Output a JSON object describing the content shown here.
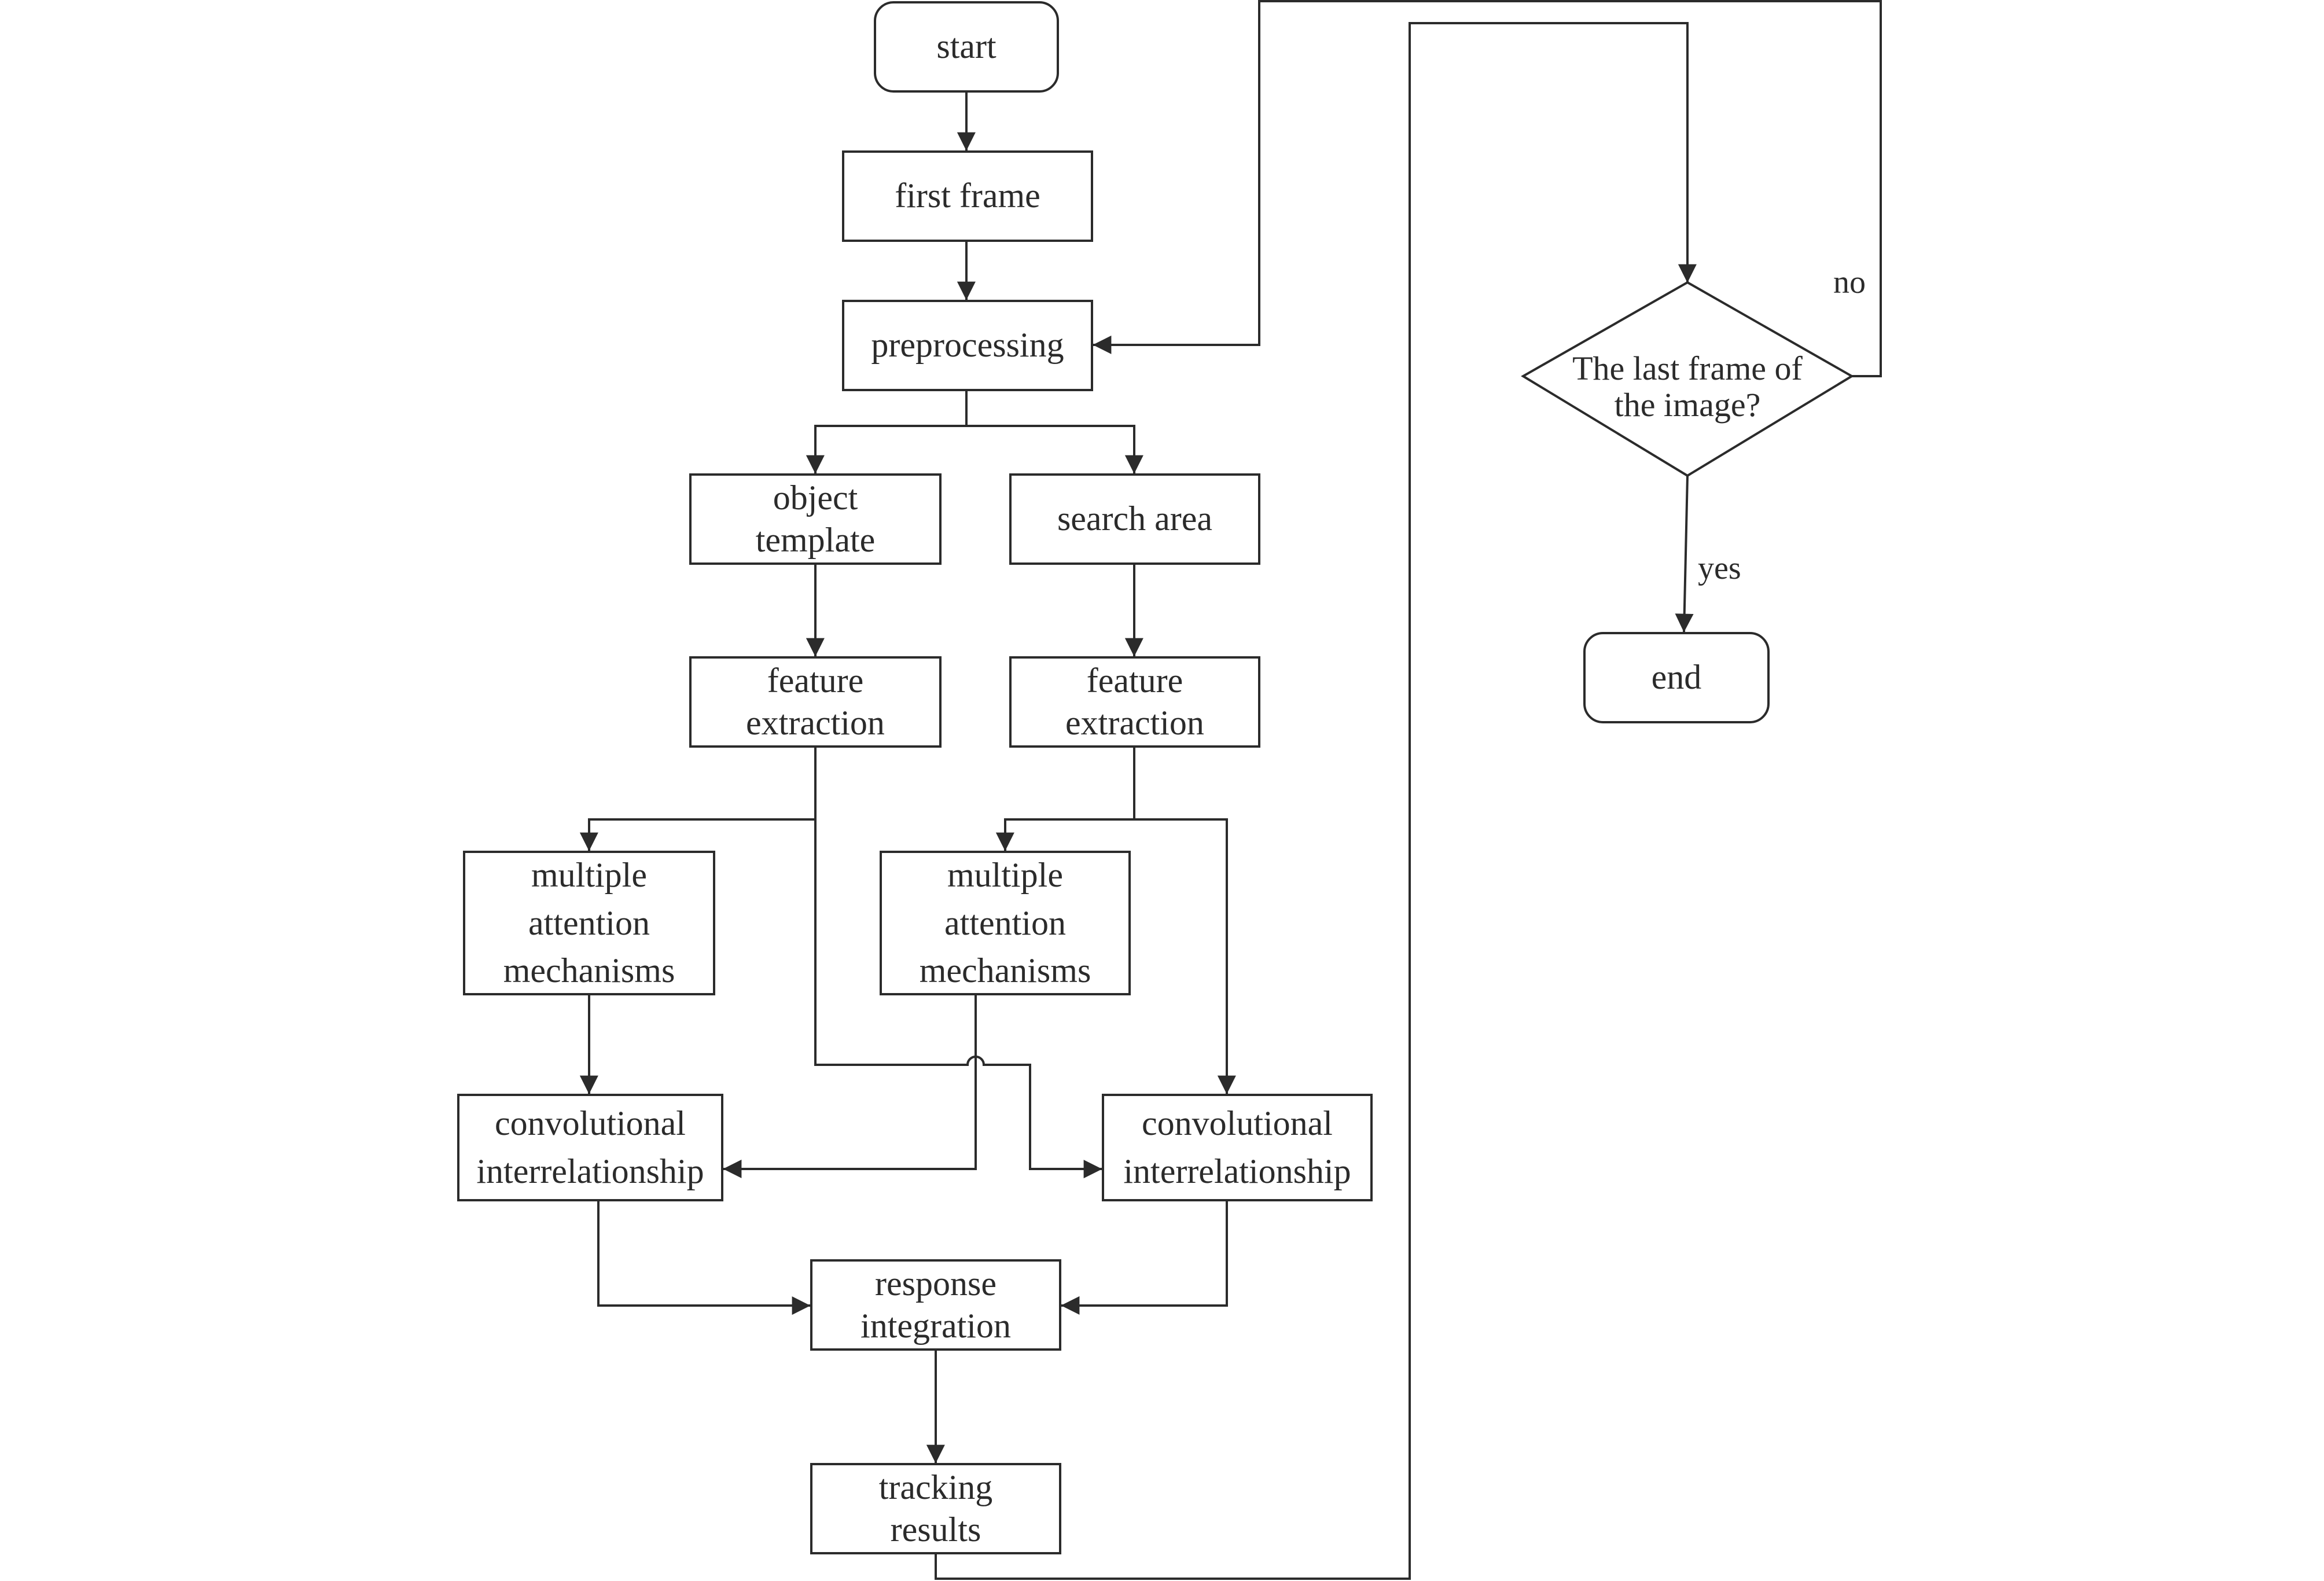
{
  "diagram": {
    "nodes": {
      "start": {
        "lines": [
          "start"
        ]
      },
      "first_frame": {
        "lines": [
          "first frame"
        ]
      },
      "preprocessing": {
        "lines": [
          "preprocessing"
        ]
      },
      "object_template": {
        "lines": [
          "object",
          "template"
        ]
      },
      "search_area": {
        "lines": [
          "search area"
        ]
      },
      "feature_extraction_left": {
        "lines": [
          "feature",
          "extraction"
        ]
      },
      "feature_extraction_right": {
        "lines": [
          "feature",
          "extraction"
        ]
      },
      "attention_left": {
        "lines": [
          "multiple",
          "attention",
          "mechanisms"
        ]
      },
      "attention_right": {
        "lines": [
          "multiple",
          "attention",
          "mechanisms"
        ]
      },
      "conv_left": {
        "lines": [
          "convolutional",
          "interrelationship"
        ]
      },
      "conv_right": {
        "lines": [
          "convolutional",
          "interrelationship"
        ]
      },
      "response_integration": {
        "lines": [
          "response",
          "integration"
        ]
      },
      "tracking_results": {
        "lines": [
          "tracking",
          "results"
        ]
      },
      "decision": {
        "lines": [
          "The last frame of",
          "the image?"
        ]
      },
      "end": {
        "lines": [
          "end"
        ]
      }
    },
    "edge_labels": {
      "no": "no",
      "yes": "yes"
    },
    "colors": {
      "stroke": "#2b2b2b",
      "background": "#ffffff"
    }
  }
}
